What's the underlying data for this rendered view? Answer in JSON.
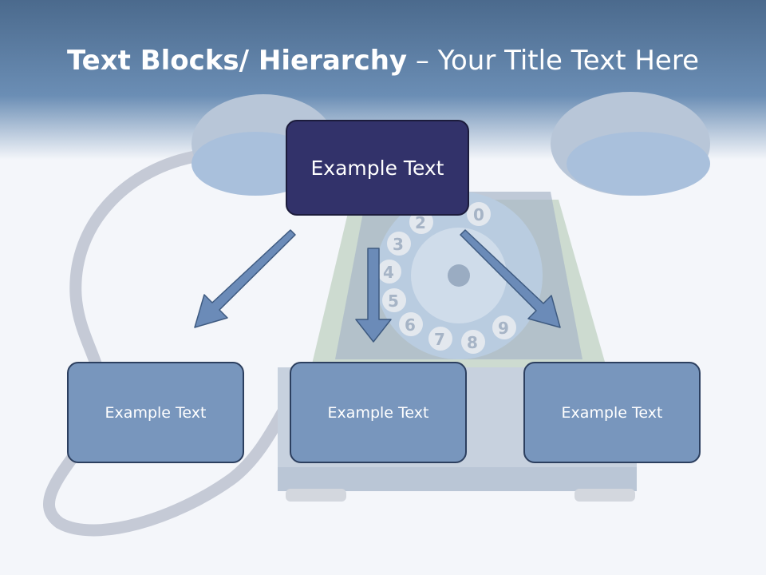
{
  "slide": {
    "title_bold": "Text Blocks/ Hierarchy",
    "title_rest": " – Your Title Text Here"
  },
  "hierarchy": {
    "top": {
      "label": "Example Text"
    },
    "children": [
      {
        "label": "Example Text"
      },
      {
        "label": "Example Text"
      },
      {
        "label": "Example Text"
      }
    ]
  },
  "background": {
    "illustration": "rotary-telephone",
    "dial_digits": [
      "2",
      "3",
      "0",
      "4",
      "5",
      "6",
      "7",
      "8",
      "9"
    ]
  },
  "colors": {
    "top_box": "#32326a",
    "child_box": "#7896bd",
    "arrow": "#6b8bb8"
  }
}
